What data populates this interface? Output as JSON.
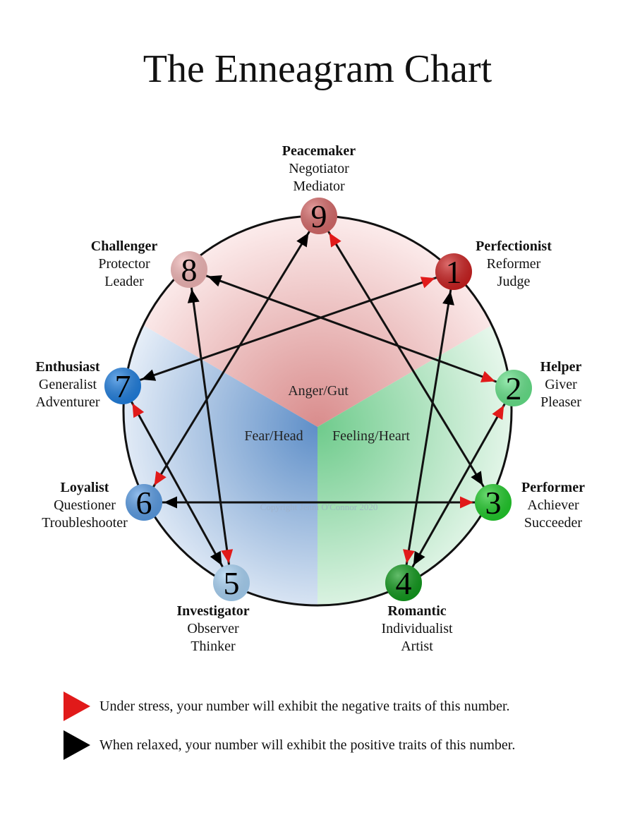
{
  "title": "The Enneagram Chart",
  "centers": {
    "anger": "Anger/Gut",
    "fear": "Fear/Head",
    "feeling": "Feeling/Heart"
  },
  "watermark": "Copyright Jenni O'Connor 2020",
  "nodes": [
    {
      "number": "9",
      "title": "Peacemaker",
      "lines": [
        "Negotiator",
        "Mediator"
      ],
      "color": "#d86a6a"
    },
    {
      "number": "1",
      "title": "Perfectionist",
      "lines": [
        "Reformer",
        "Judge"
      ],
      "color": "#cc1f1f"
    },
    {
      "number": "2",
      "title": "Helper",
      "lines": [
        "Giver",
        "Pleaser"
      ],
      "color": "#66e48a"
    },
    {
      "number": "3",
      "title": "Performer",
      "lines": [
        "Achiever",
        "Succeeder"
      ],
      "color": "#20cc2a"
    },
    {
      "number": "4",
      "title": "Romantic",
      "lines": [
        "Individualist",
        "Artist"
      ],
      "color": "#109a1c"
    },
    {
      "number": "5",
      "title": "Investigator",
      "lines": [
        "Observer",
        "Thinker"
      ],
      "color": "#a9d4f7"
    },
    {
      "number": "6",
      "title": "Loyalist",
      "lines": [
        "Questioner",
        "Troubleshooter"
      ],
      "color": "#5a9de6"
    },
    {
      "number": "7",
      "title": "Enthusiast",
      "lines": [
        "Generalist",
        "Adventurer"
      ],
      "color": "#1f7fe0"
    },
    {
      "number": "8",
      "title": "Challenger",
      "lines": [
        "Protector",
        "Leader"
      ],
      "color": "#f3b7b7"
    }
  ],
  "colors": {
    "stress_arrow": "#e11a1a",
    "relaxed_arrow": "#000000",
    "gut_region": "#e89a9a",
    "head_region": "#6e9bd0",
    "heart_region": "#7fd49b"
  },
  "legend": [
    {
      "type": "stress",
      "text": "Under stress, your number will exhibit the negative traits of this number."
    },
    {
      "type": "relaxed",
      "text": "When relaxed, your number will exhibit the positive traits of this number."
    }
  ]
}
